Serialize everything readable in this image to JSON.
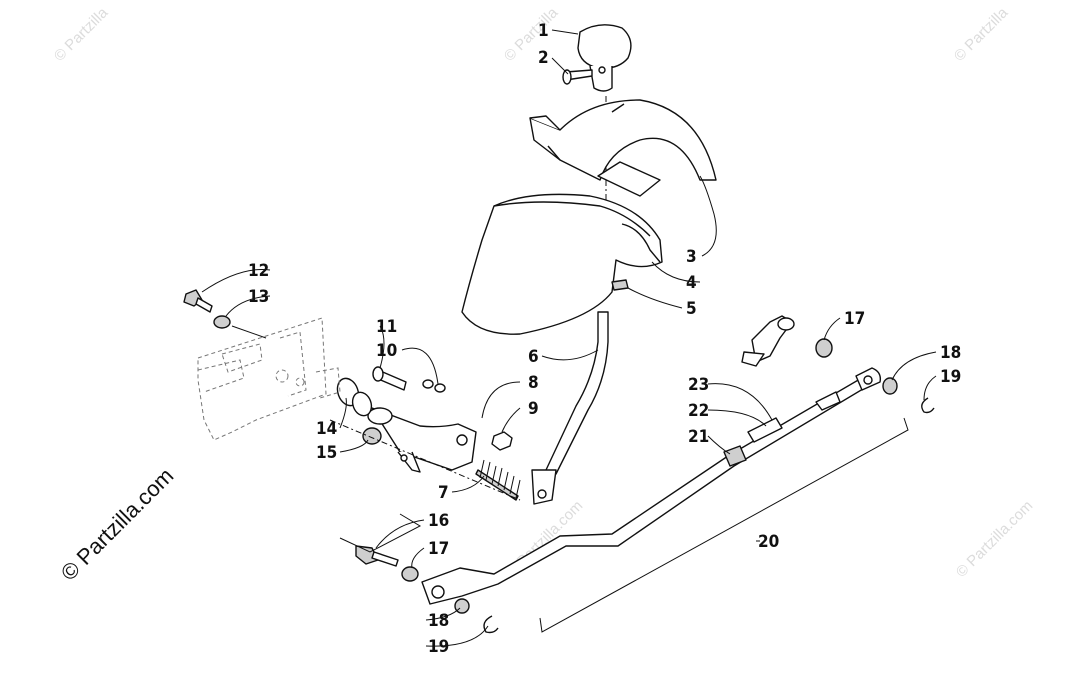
{
  "watermark": {
    "brand": "© Partzilla.com",
    "faint": "© Partzilla"
  },
  "callouts": [
    {
      "id": "1",
      "text": "1"
    },
    {
      "id": "2",
      "text": "2"
    },
    {
      "id": "3",
      "text": "3"
    },
    {
      "id": "4",
      "text": "4"
    },
    {
      "id": "5",
      "text": "5"
    },
    {
      "id": "6",
      "text": "6"
    },
    {
      "id": "7",
      "text": "7"
    },
    {
      "id": "8",
      "text": "8"
    },
    {
      "id": "9",
      "text": "9"
    },
    {
      "id": "10",
      "text": "10"
    },
    {
      "id": "11",
      "text": "11"
    },
    {
      "id": "12",
      "text": "12"
    },
    {
      "id": "13",
      "text": "13"
    },
    {
      "id": "14",
      "text": "14"
    },
    {
      "id": "15",
      "text": "15"
    },
    {
      "id": "16",
      "text": "16"
    },
    {
      "id": "17a",
      "text": "17"
    },
    {
      "id": "17b",
      "text": "17"
    },
    {
      "id": "18a",
      "text": "18"
    },
    {
      "id": "18b",
      "text": "18"
    },
    {
      "id": "19a",
      "text": "19"
    },
    {
      "id": "19b",
      "text": "19"
    },
    {
      "id": "20",
      "text": "20"
    },
    {
      "id": "21",
      "text": "21"
    },
    {
      "id": "22",
      "text": "22"
    },
    {
      "id": "23",
      "text": "23"
    }
  ]
}
